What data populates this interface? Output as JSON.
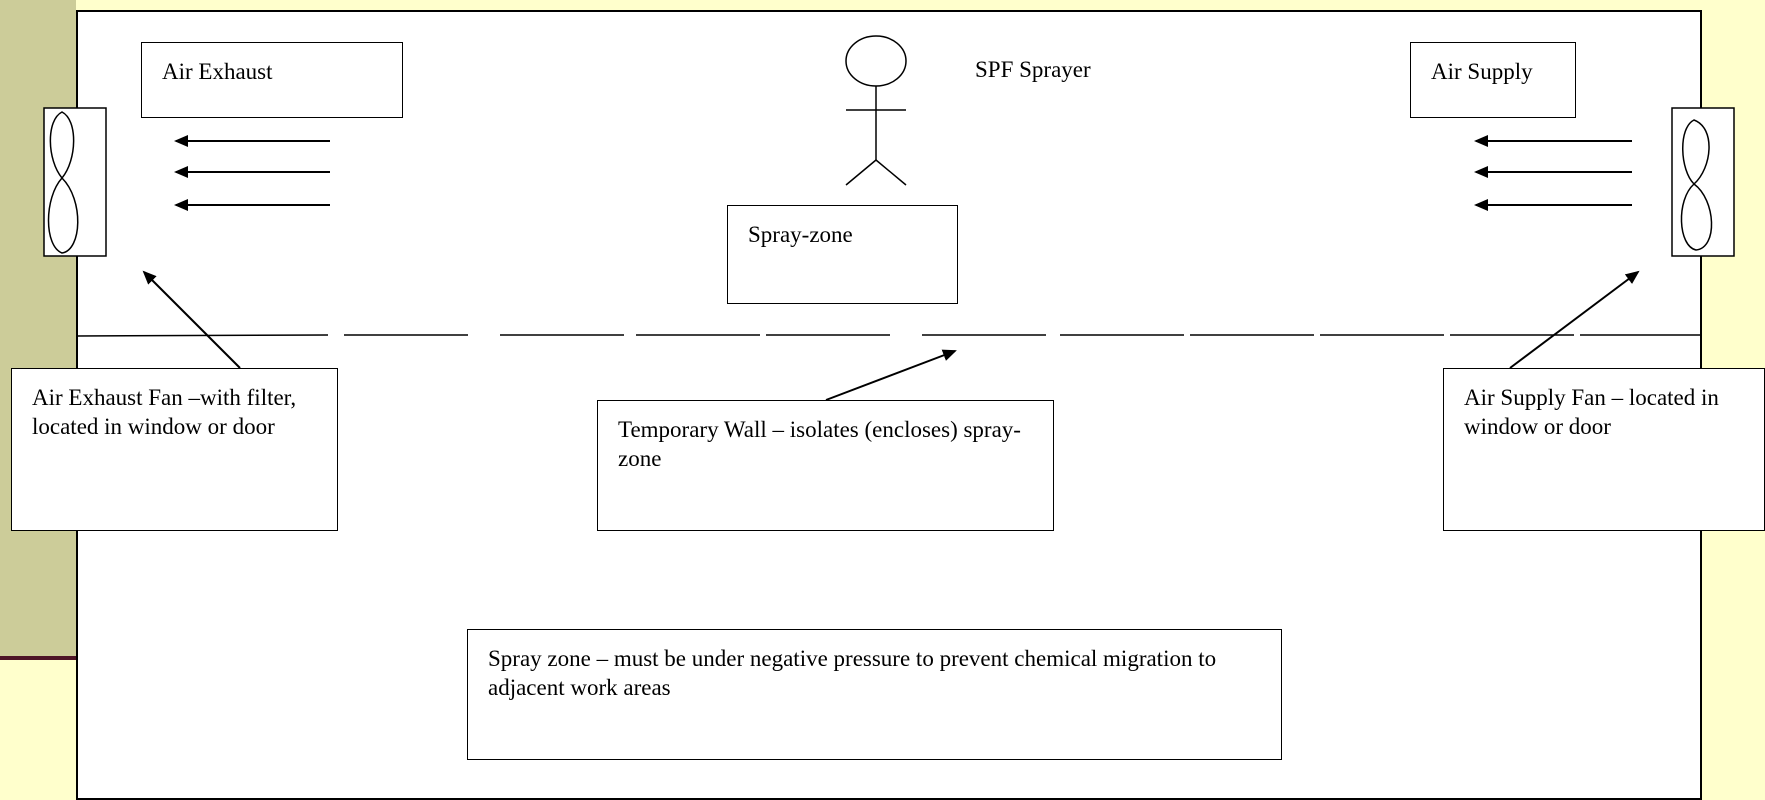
{
  "labels": {
    "air_exhaust": "Air Exhaust",
    "spf_sprayer": "SPF Sprayer",
    "air_supply": "Air Supply",
    "spray_zone": "Spray-zone",
    "air_exhaust_fan": "Air Exhaust Fan –with filter, located in window or door",
    "temporary_wall": "Temporary Wall – isolates (encloses) spray-zone",
    "air_supply_fan": "Air Supply Fan – located in window or door",
    "spray_zone_note": "Spray zone – must be under negative pressure to prevent chemical migration to adjacent work areas"
  }
}
